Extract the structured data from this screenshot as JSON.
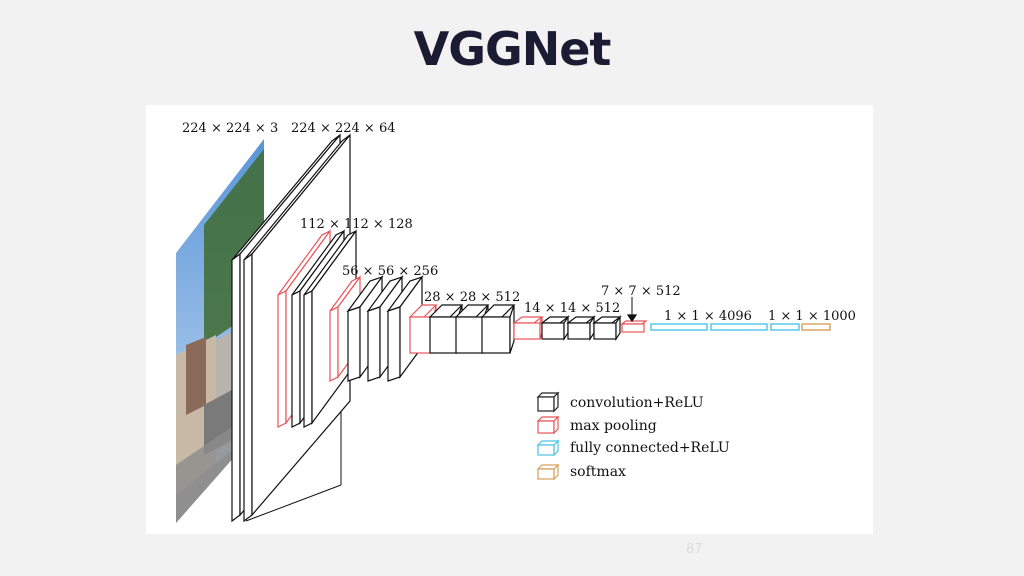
{
  "slide": {
    "title": "VGGNet",
    "page_number": "87"
  },
  "diagram": {
    "dimension_labels": [
      "224 × 224 × 3",
      "224 × 224 × 64",
      "112 × 112 × 128",
      "56 × 56 × 256",
      "28 × 28 × 512",
      "14 × 14 × 512",
      "7 × 7 × 512",
      "1 × 1 × 4096",
      "1 × 1 × 1000"
    ],
    "legend": [
      {
        "label": "convolution+ReLU",
        "color": "#222222"
      },
      {
        "label": "max pooling",
        "color": "#e8555a"
      },
      {
        "label": "fully connected+ReLU",
        "color": "#4cc3e8"
      },
      {
        "label": "softmax",
        "color": "#d9a05b"
      }
    ]
  }
}
